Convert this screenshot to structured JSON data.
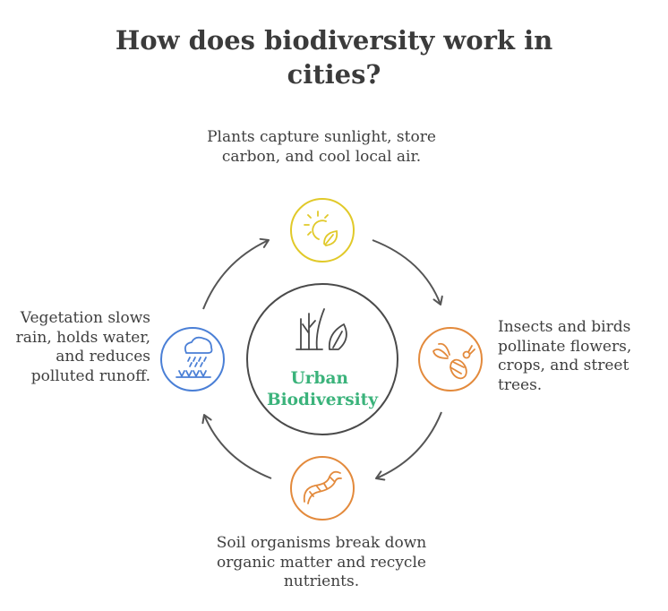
{
  "title": "How does biodiversity work in cities?",
  "center": {
    "label_line1": "Urban",
    "label_line2": "Biodiversity",
    "icon": "plants-leaf-icon"
  },
  "nodes": [
    {
      "id": "plants",
      "icon": "sun-leaf-icon",
      "color": "#e1c929",
      "caption": "Plants capture sunlight, store carbon, and cool local air."
    },
    {
      "id": "pollinators",
      "icon": "bee-icon",
      "color": "#e38a3c",
      "caption": "Insects and birds pollinate flowers, crops, and street trees."
    },
    {
      "id": "soil",
      "icon": "worm-icon",
      "color": "#e38a3c",
      "caption": "Soil organisms break down organic matter and recycle nutrients."
    },
    {
      "id": "vegetation",
      "icon": "rain-cloud-icon",
      "color": "#4a7fd6",
      "caption": "Vegetation slows rain, holds water, and reduces polluted runoff."
    }
  ],
  "colors": {
    "title": "#3b3b3b",
    "center_text": "#3bb37b",
    "center_ring": "#4a4a4a",
    "arrows": "#555555"
  }
}
